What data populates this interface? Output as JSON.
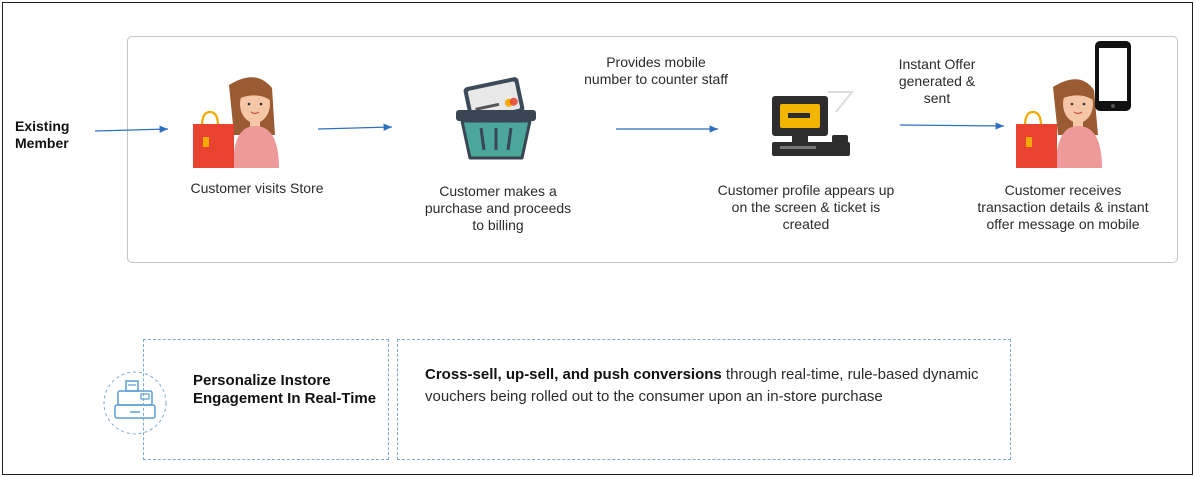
{
  "flow": {
    "entry_label": "Existing Member",
    "steps": [
      {
        "caption": "Customer visits Store",
        "icon": "shopper-icon"
      },
      {
        "caption": "Customer makes a purchase and proceeds to billing",
        "icon": "basket-card-icon"
      },
      {
        "caption": "Customer profile appears up on the screen & ticket is created",
        "icon": "pos-terminal-icon"
      },
      {
        "caption": "Customer receives transaction details & instant offer message on mobile",
        "icon": "shopper-phone-icon"
      }
    ],
    "notes": {
      "mobile_number": "Provides mobile number to counter staff",
      "instant_offer": "Instant Offer generated & sent"
    }
  },
  "feature": {
    "icon": "cash-register-icon",
    "title": "Personalize Instore Engagement In Real-Time",
    "description_bold": "Cross-sell, up-sell, and push conversions",
    "description_rest": " through real-time, rule-based dynamic vouchers being rolled out to the consumer upon an in-store purchase"
  },
  "colors": {
    "arrow": "#2f6fbf",
    "bag": "#e8432f",
    "skin": "#f6c7a6",
    "hair": "#9a5a32",
    "shirt": "#ef9a9a",
    "basket": "#4aa79a",
    "dashed_border": "#7fa9cc",
    "register": "#5b9bd5"
  }
}
